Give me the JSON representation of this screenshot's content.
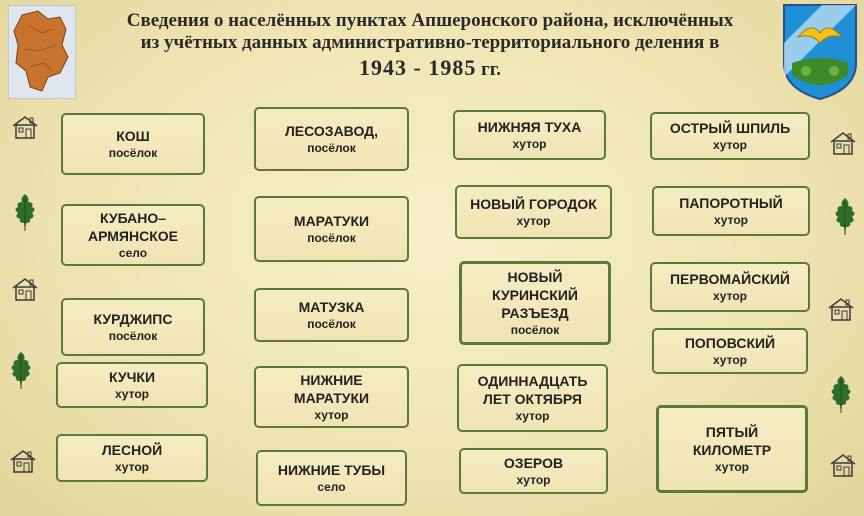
{
  "title": {
    "line1": "Сведения о населённых пунктах Апшеронского района, исключённых",
    "line2": "из учётных данных  административно-территориального деления в",
    "years": "1943 - 1985",
    "suffix": " гг."
  },
  "settlements": [
    {
      "id": "kosh",
      "name": "КОШ",
      "kind": "посёлок"
    },
    {
      "id": "kubano",
      "name": "КУБАНО–\nАРМЯНСКОЕ",
      "kind": "село"
    },
    {
      "id": "kurdzhips",
      "name": "КУРДЖИПС",
      "kind": "посёлок"
    },
    {
      "id": "kuchki",
      "name": "КУЧКИ",
      "kind": "хутор"
    },
    {
      "id": "lesnoy",
      "name": "ЛЕСНОЙ",
      "kind": "хутор"
    },
    {
      "id": "lesozavod",
      "name": "ЛЕСОЗАВОД,",
      "kind": "посёлок"
    },
    {
      "id": "maratuki",
      "name": "МАРАТУКИ",
      "kind": "посёлок"
    },
    {
      "id": "matuzka",
      "name": "МАТУЗКА",
      "kind": "посёлок"
    },
    {
      "id": "nizhnie-maratuki",
      "name": "НИЖНИЕ\nМАРАТУКИ",
      "kind": "хутор"
    },
    {
      "id": "nizhnie-tuby",
      "name": "НИЖНИЕ ТУБЫ",
      "kind": "село"
    },
    {
      "id": "nizhnyaya-tukha",
      "name": "НИЖНЯЯ ТУХА",
      "kind": "хутор"
    },
    {
      "id": "novy-gorodok",
      "name": "НОВЫЙ ГОРОДОК",
      "kind": "хутор"
    },
    {
      "id": "novy-kurinsky",
      "name": "НОВЫЙ\nКУРИНСКИЙ\nРАЗЪЕЗД",
      "kind": "посёлок"
    },
    {
      "id": "odinnadtsat",
      "name": "ОДИННАДЦАТЬ\nЛЕТ ОКТЯБРЯ",
      "kind": "хутор"
    },
    {
      "id": "ozerov",
      "name": "ОЗЕРОВ",
      "kind": "хутор"
    },
    {
      "id": "ostry-shpil",
      "name": "ОСТРЫЙ ШПИЛЬ",
      "kind": "хутор"
    },
    {
      "id": "paporotny",
      "name": "ПАПОРОТНЫЙ",
      "kind": "хутор"
    },
    {
      "id": "pervomaysky",
      "name": "ПЕРВОМАЙСКИЙ",
      "kind": "хутор"
    },
    {
      "id": "popovsky",
      "name": "ПОПОВСКИЙ",
      "kind": "хутор"
    },
    {
      "id": "pyaty-kilometr",
      "name": "ПЯТЫЙ\nКИЛОМЕТР",
      "kind": "хутор"
    }
  ],
  "icons": {
    "house": "house-icon",
    "leaf": "oak-leaf-icon",
    "map": "district-map",
    "emblem": "coat-of-arms"
  },
  "colors": {
    "border": "#5a7a3a",
    "background": "#efe5b3",
    "leaf": "#2f6e2a"
  }
}
